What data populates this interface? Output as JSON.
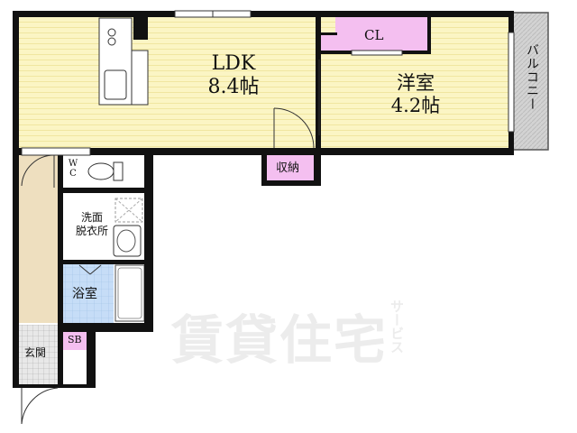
{
  "rooms": {
    "ldk": {
      "name": "LDK",
      "size": "8.4帖"
    },
    "western": {
      "name": "洋室",
      "size": "4.2帖"
    },
    "closet": {
      "name": "CL"
    },
    "storage": {
      "name": "収納"
    },
    "toilet": {
      "name_line1": "W",
      "name_line2": "C"
    },
    "washroom": {
      "name_line1": "洗面",
      "name_line2": "脱衣所"
    },
    "bath": {
      "name": "浴室"
    },
    "entrance": {
      "name": "玄関"
    },
    "shoebox": {
      "name": "SB"
    },
    "balcony": {
      "name": "バルコニー"
    }
  },
  "watermark": {
    "main": "賃貸住宅",
    "sub": "サービス"
  },
  "colors": {
    "floor_yellow": "#fbf5c4",
    "floor_stripe": "#f2e9a6",
    "closet_pink": "#f4bff0",
    "entrance_beige": "#eedfbf",
    "bath_blue": "#c6ddf7",
    "wall": "#111111",
    "balcony_gray": "#cfcfcf"
  }
}
